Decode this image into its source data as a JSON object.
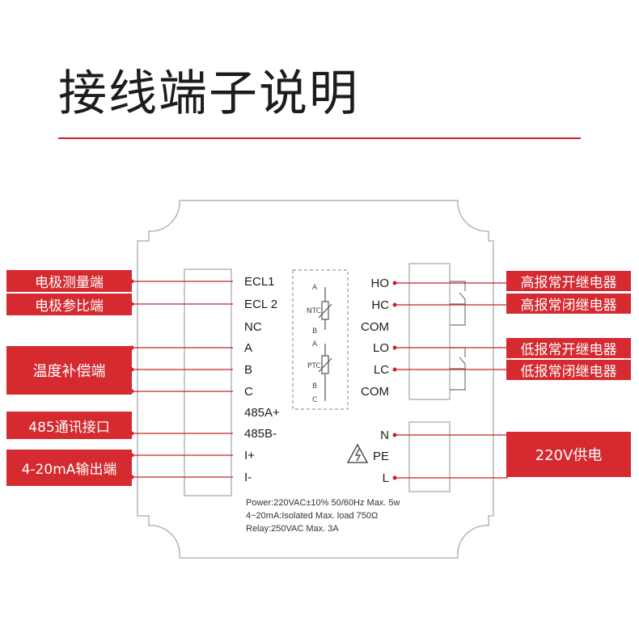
{
  "title": "接线端子说明",
  "colors": {
    "accent": "#d42a30",
    "outline": "#b5b5b5",
    "text": "#1c1c1c"
  },
  "left_terminals": [
    "ECL1",
    "ECL 2",
    "NC",
    "A",
    "B",
    "C",
    "485A+",
    "485B-",
    "I+",
    "I-"
  ],
  "right_terminals": [
    "HO",
    "HC",
    "COM",
    "LO",
    "LC",
    "COM",
    "N",
    "PE",
    "L"
  ],
  "left_labels": {
    "electrode_measure": "电极测量端",
    "electrode_reference": "电极参比端",
    "temp_compensation": "温度补偿端",
    "rs485": "485通讯接口",
    "current_output": "4-20mA输出端"
  },
  "right_labels": {
    "high_no": "高报常开继电器",
    "high_nc": "高报常闭继电器",
    "low_no": "低报常开继电器",
    "low_nc": "低报常闭继电器",
    "power": "220V供电"
  },
  "sensor_box": {
    "ntc_label": "NTC",
    "ptc_label": "PTC",
    "ntc_pins": [
      "A",
      "B"
    ],
    "ptc_pins": [
      "A",
      "B",
      "C"
    ]
  },
  "warning_icon": "high-voltage-warning-icon",
  "specs": [
    "Power:220VAC±10% 50/60Hz  Max. 5w",
    "4~20mA:Isolated Max. load 750Ω",
    "Relay:250VAC Max. 3A"
  ]
}
